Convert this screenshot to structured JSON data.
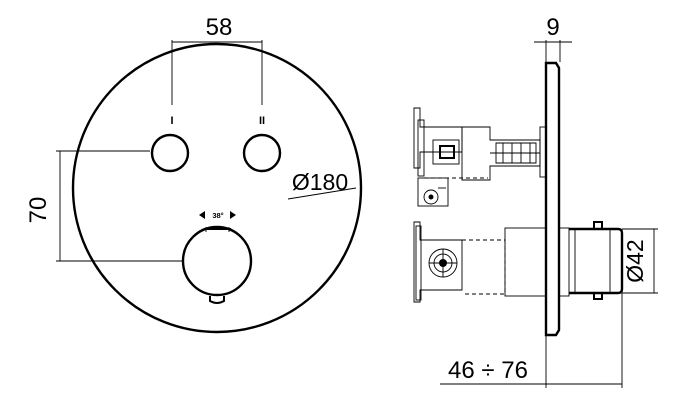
{
  "front_view": {
    "dim_width": "58",
    "dim_height": "70",
    "dim_diameter": "Ø180",
    "mark_left": "I",
    "mark_right": "II",
    "rotation_label": "38°"
  },
  "side_view": {
    "dim_plate": "9",
    "dim_handle_diameter": "Ø42",
    "dim_depth": "46 ÷ 76"
  }
}
